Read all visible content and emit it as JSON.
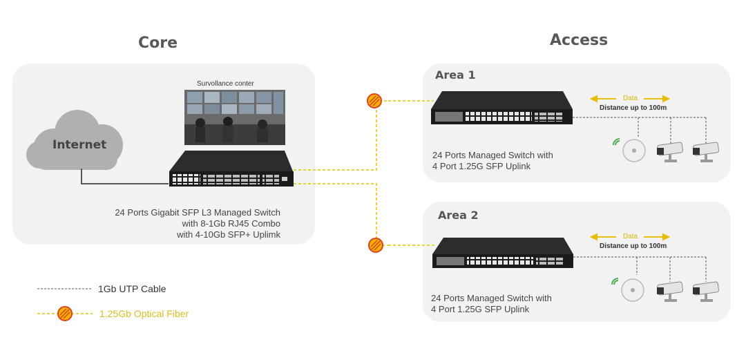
{
  "core": {
    "heading": "Core",
    "cloud_label": "Internet",
    "surveillance_label": "Survollance conter",
    "switch_caption": [
      "24 Ports Gigabit SFP L3 Managed Switch",
      "with 8-1Gb RJ45 Combo",
      "with 4-10Gb SFP+ Uplimk"
    ]
  },
  "access": {
    "heading": "Access",
    "areas": [
      {
        "title": "Area 1",
        "data_label": "Data",
        "distance_label": "Distance up to 100m",
        "switch_caption": [
          "24 Ports Managed Switch with",
          "4 Port 1.25G SFP Uplink"
        ]
      },
      {
        "title": "Area 2",
        "data_label": "Data",
        "distance_label": "Distance up to 100m",
        "switch_caption": [
          "24 Ports Managed Switch with",
          "4 Port 1.25G SFP Uplink"
        ]
      }
    ]
  },
  "legend": {
    "utp_label": "1Gb UTP Cable",
    "fiber_label": "1.25Gb Optical Fiber"
  },
  "colors": {
    "fiber": "#e8d23a",
    "fiber_text": "#d9c020",
    "panel": "#f2f2f2",
    "utp": "#555555",
    "fiber_icon_fill": "#f2b400",
    "fiber_icon_ring": "#e04020"
  }
}
